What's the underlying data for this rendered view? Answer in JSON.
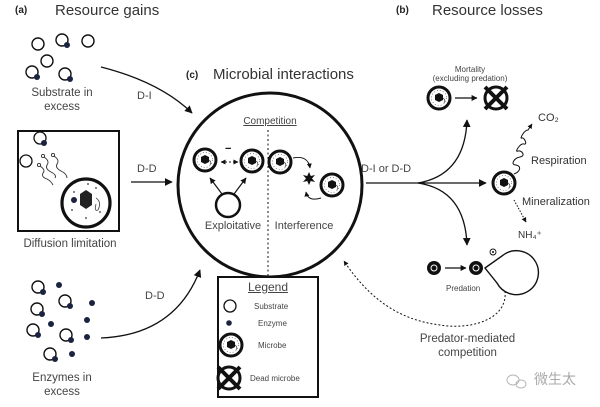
{
  "panels": {
    "a": {
      "tag": "(a)",
      "title": "Resource gains"
    },
    "b": {
      "tag": "(b)",
      "title": "Resource losses"
    },
    "c": {
      "tag": "(c)",
      "title": "Microbial interactions"
    }
  },
  "gains": {
    "substrate_excess": "Substrate in excess",
    "substrate_excess_line1": "Substrate in",
    "substrate_excess_line2": "excess",
    "diffusion_limitation": "Diffusion limitation",
    "enzymes_excess_line1": "Enzymes in",
    "enzymes_excess_line2": "excess"
  },
  "arrows": {
    "substrate_to_center": "D-I",
    "diffusion_to_center": "D-D",
    "enzymes_to_center": "D-D",
    "center_to_losses": "D-I or D-D"
  },
  "interactions": {
    "competition_title": "Competition",
    "exploitative": "Exploitative",
    "interference": "Interference",
    "negative_sign": "−"
  },
  "legend": {
    "title": "Legend",
    "items": [
      {
        "icon": "substrate-icon",
        "label": "Substrate"
      },
      {
        "icon": "enzyme-icon",
        "label": "Enzyme"
      },
      {
        "icon": "microbe-icon",
        "label": "Microbe"
      },
      {
        "icon": "dead-microbe-icon",
        "label": "Dead microbe"
      }
    ]
  },
  "losses": {
    "mortality_line1": "Mortality",
    "mortality_line2": "(excluding predation)",
    "co2": "CO₂",
    "respiration": "Respiration",
    "mineralization": "Mineralization",
    "nh4": "NH₄⁺",
    "predation": "Predation",
    "predator_mediated_line1": "Predator-mediated",
    "predator_mediated_line2": "competition"
  },
  "watermark": {
    "text": "微生太"
  },
  "colors": {
    "ink": "#111111",
    "text": "#3a3a3a",
    "enzyme": "#1b2340",
    "watermark": "#aaaaaa"
  }
}
